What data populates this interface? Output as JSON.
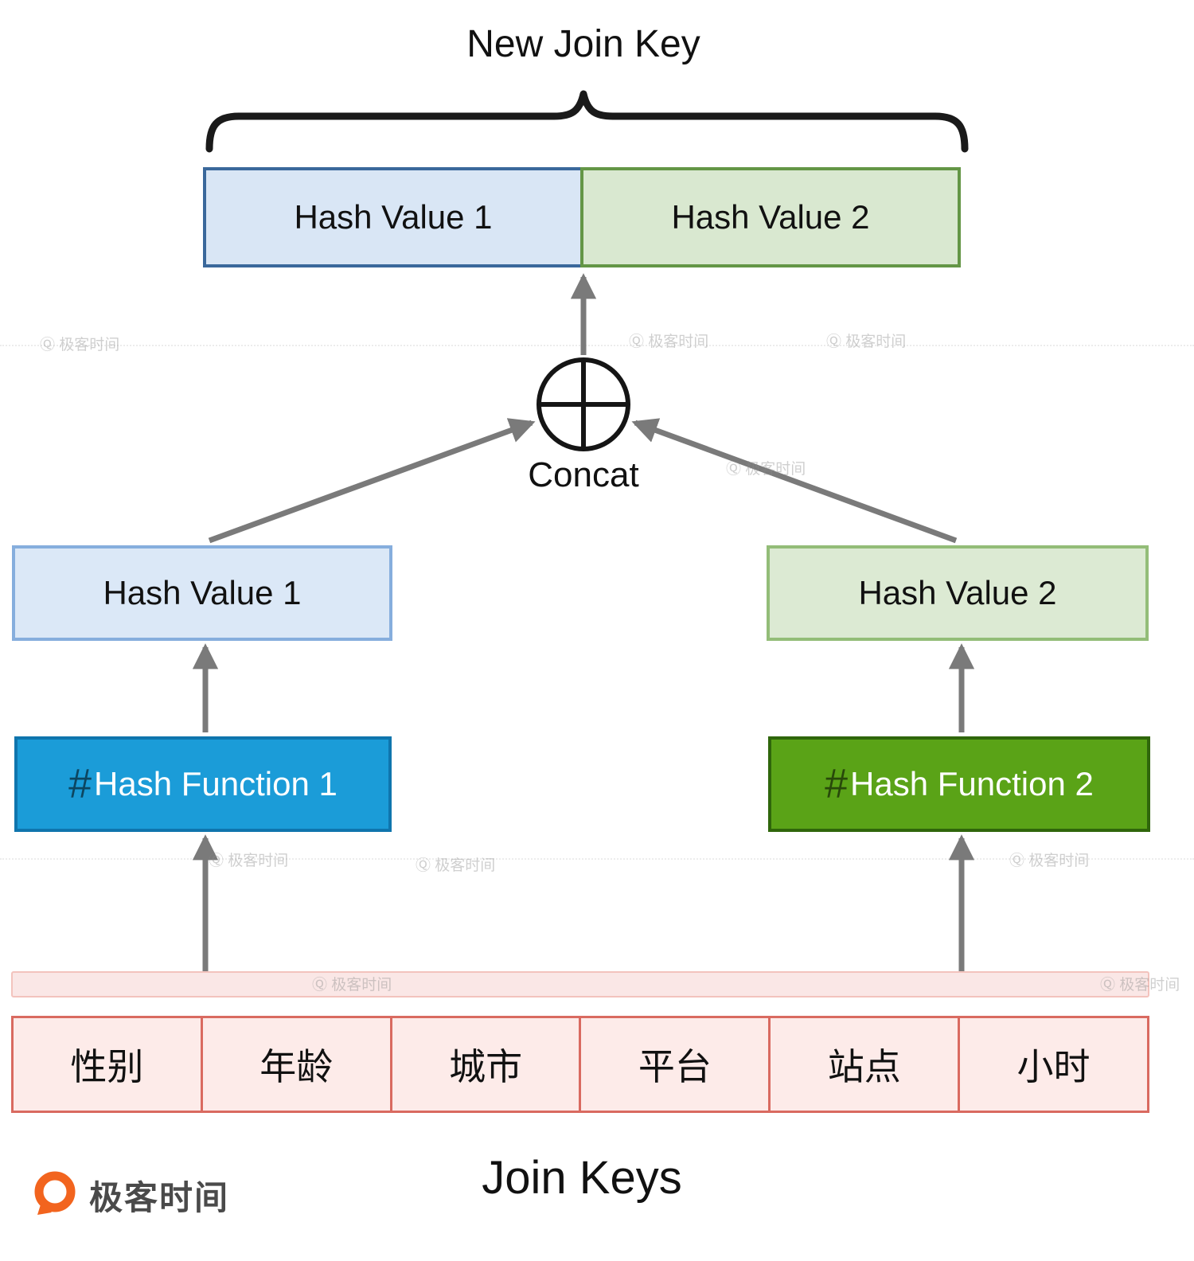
{
  "diagram": {
    "title": "New Join Key",
    "concat_label": "Concat",
    "bottom_label": "Join Keys",
    "hash_symbol": "#",
    "top_combined_box": {
      "hash_value_1": "Hash Value 1",
      "hash_value_2": "Hash Value 2"
    },
    "hash_value_1_label": "Hash Value 1",
    "hash_value_2_label": "Hash Value 2",
    "hash_function_1_label": "Hash Function 1",
    "hash_function_2_label": "Hash Function 2",
    "join_key_cells": [
      "性别",
      "年龄",
      "城市",
      "平台",
      "站点",
      "小时"
    ],
    "logo_text": "极客时间",
    "watermark_text": "Ⓠ 极客时间",
    "colors": {
      "top_box_1_border": "#3a689b",
      "top_box_1_fill": "#d9e6f5",
      "top_box_2_border": "#649646",
      "top_box_2_fill": "#d9e8d0",
      "hash_value_1_fill": "#dbe8f7",
      "hash_value_1_border": "#86aedd",
      "hash_value_2_fill": "#dcead3",
      "hash_value_2_border": "#93bd78",
      "hash_function_1_fill": "#1b9cd8",
      "hash_function_1_border": "#0f75ad",
      "hash_function_2_fill": "#5aa317",
      "hash_function_2_border": "#2f660b",
      "join_keys_fill": "#fdebe9",
      "join_keys_border": "#d96a60",
      "arrow_color": "#7a7a7a",
      "brace_color": "#1a1a1a",
      "logo_orange": "#f2641e"
    }
  }
}
